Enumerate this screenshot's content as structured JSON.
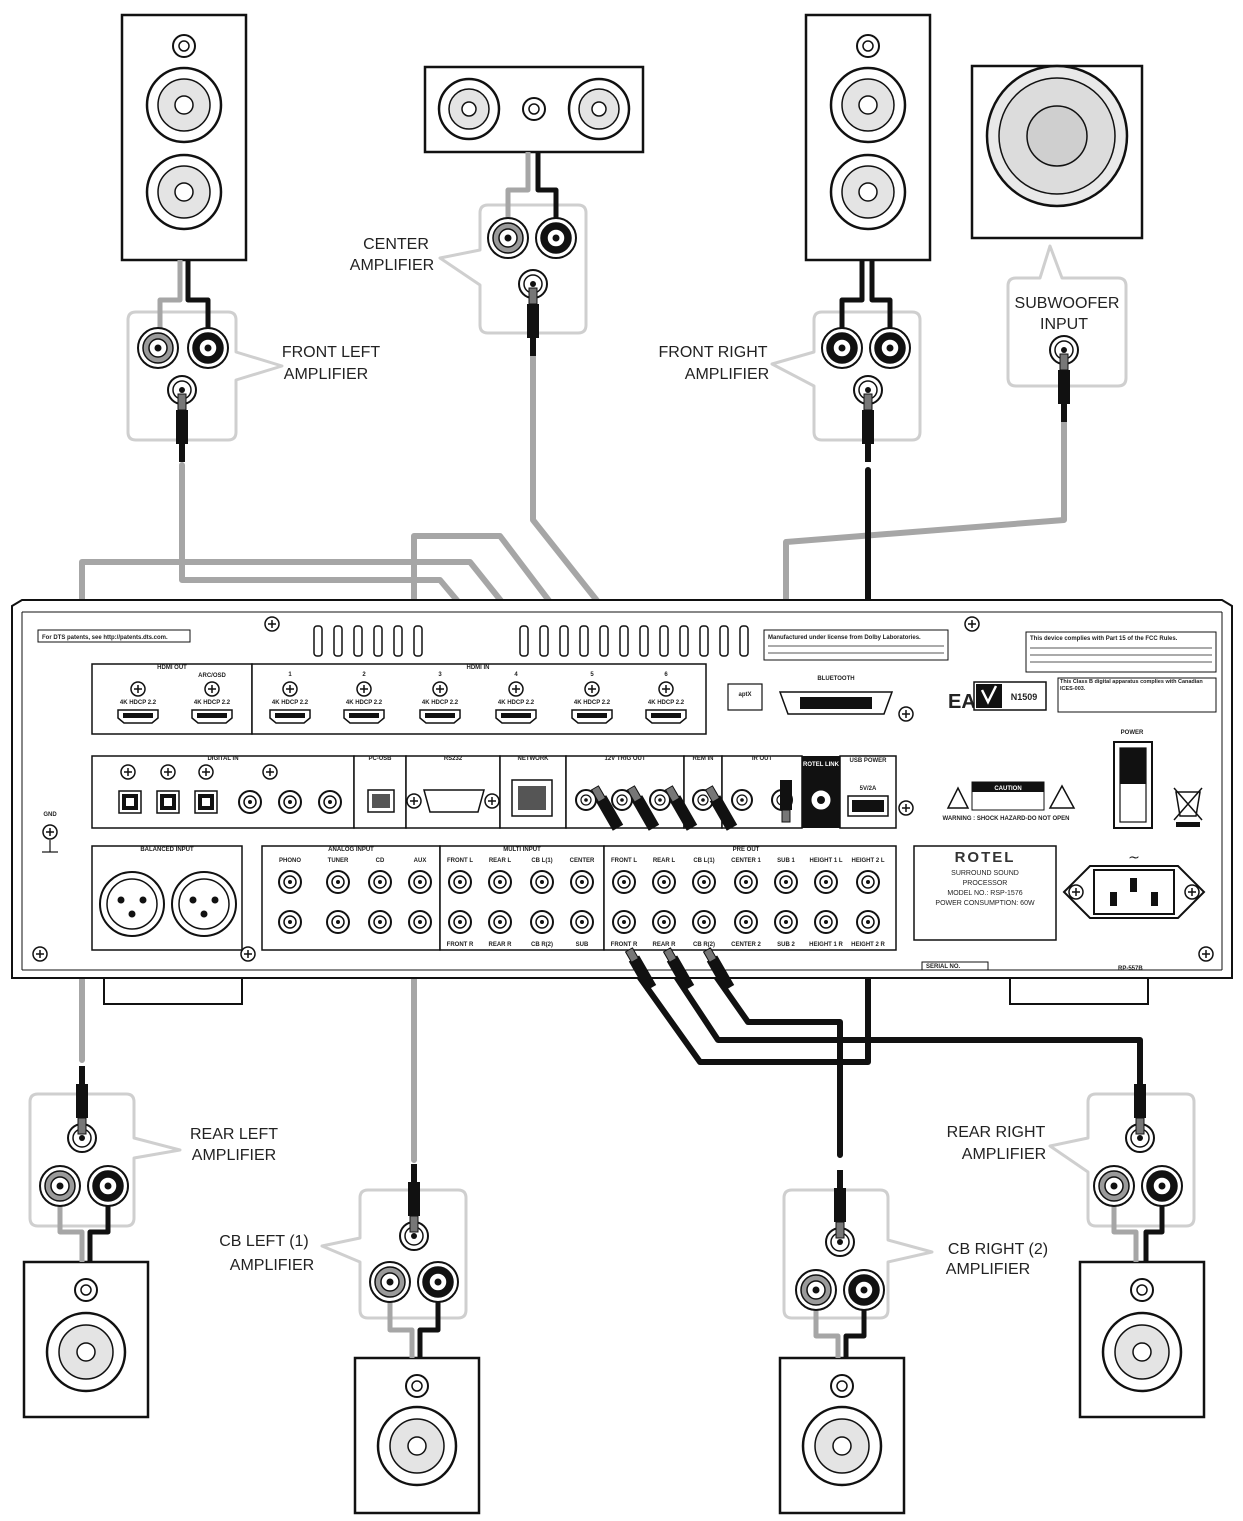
{
  "labels": {
    "center_amp": [
      "CENTER",
      "AMPLIFIER"
    ],
    "front_left_amp": [
      "FRONT LEFT",
      "AMPLIFIER"
    ],
    "front_right_amp": [
      "FRONT RIGHT",
      "AMPLIFIER"
    ],
    "subwoofer_input": [
      "SUBWOOFER",
      "INPUT"
    ],
    "rear_left_amp": [
      "REAR LEFT",
      "AMPLIFIER"
    ],
    "rear_right_amp": [
      "REAR RIGHT",
      "AMPLIFIER"
    ],
    "cb_left_amp": [
      "CB  LEFT (1)",
      "AMPLIFIER"
    ],
    "cb_right_amp": [
      "CB RIGHT (2)",
      "AMPLIFIER"
    ]
  },
  "panel": {
    "brand": "ROTEL",
    "product_line1": "SURROUND SOUND",
    "product_line2": "PROCESSOR",
    "model": "MODEL NO.: RSP-1576",
    "power_consumption": "POWER CONSUMPTION: 60W",
    "model_code": "RP-557B",
    "serial": "SERIAL NO.",
    "dts_note": "For DTS patents, see http://patents.dts.com.",
    "dolby_note": "Manufactured under license from Dolby Laboratories.",
    "fcc_note": "This device complies with Part 15 of the FCC Rules.",
    "canada_note": "This Class B digital apparatus complies with Canadian ICES-003.",
    "caution": "CAUTION",
    "warning": "WARNING : SHOCK HAZARD-DO NOT OPEN",
    "eac": "EAC",
    "n1509": "N1509",
    "aptx": "aptX",
    "power": "POWER",
    "bluetooth": "BLUETOOTH",
    "gnd": "GND",
    "hdmi_out": "HDMI OUT",
    "arc_osd": "ARC/OSD",
    "hdmi_in": "HDMI IN",
    "hdcp": "4K HDCP 2.2",
    "hdmi_numbers": [
      "1",
      "2",
      "3",
      "4",
      "5",
      "6"
    ],
    "digital_in": "DIGITAL IN",
    "pc_usb": "PC-USB",
    "rs232": "RS232",
    "network": "NETWORK",
    "trig_out": "12V TRIG OUT",
    "rem_in": "REM IN",
    "ir_out": "IR OUT",
    "rotel_link": "ROTEL LINK",
    "usb_power": "USB POWER",
    "usb_rating": "5V/2A",
    "balanced_input": "BALANCED INPUT",
    "analog_input": "ANALOG INPUT",
    "multi_input": "MULTI INPUT",
    "pre_out": "PRE OUT",
    "analog_names": [
      "PHONO",
      "TUNER",
      "CD",
      "AUX"
    ],
    "multi_top": [
      "FRONT L",
      "REAR L",
      "CB L(1)",
      "CENTER"
    ],
    "multi_bottom": [
      "FRONT R",
      "REAR R",
      "CB R(2)",
      "SUB"
    ],
    "preout_top": [
      "FRONT L",
      "REAR L",
      "CB L(1)",
      "CENTER 1",
      "SUB 1",
      "HEIGHT 1 L",
      "HEIGHT 2 L"
    ],
    "preout_bottom": [
      "FRONT R",
      "REAR R",
      "CB R(2)",
      "CENTER 2",
      "SUB 2",
      "HEIGHT 1 R",
      "HEIGHT 2 R"
    ]
  },
  "colors": {
    "cable_gray": "#a6a6a6",
    "cable_black": "#111111",
    "outline": "#111111",
    "bubble": "#cfcfcf"
  }
}
